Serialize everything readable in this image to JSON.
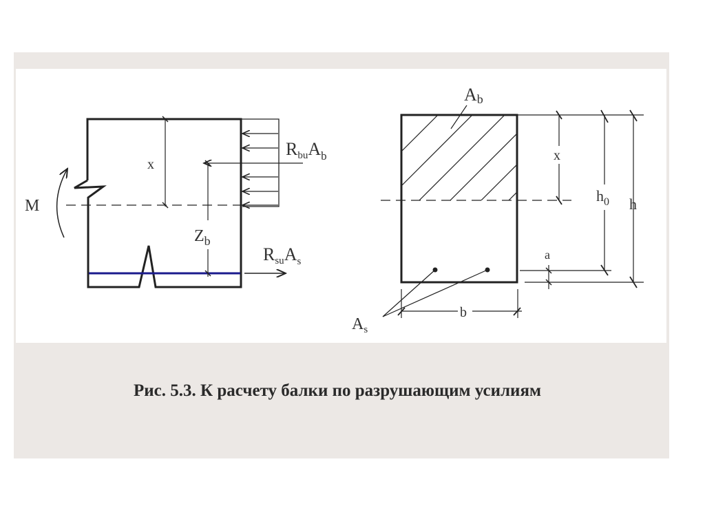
{
  "caption": "Рис. 5.3. К расчету балки по разрушающим усилиям",
  "left_figure": {
    "moment_label": "M",
    "x_label": "x",
    "zb_main": "Z",
    "zb_sub": "b",
    "compression_main": "R",
    "compression_sub1": "bu",
    "compression_main2": "A",
    "compression_sub2": "b",
    "tension_main": "R",
    "tension_sub1": "su",
    "tension_main2": "A",
    "tension_sub2": "s"
  },
  "right_figure": {
    "ab_main": "A",
    "ab_sub": "b",
    "as_main": "A",
    "as_sub": "s",
    "x_label": "x",
    "h0_main": "h",
    "h0_sub": "0",
    "h_label": "h",
    "a_label": "a",
    "b_label": "b"
  },
  "colors": {
    "reinforcement": "#1a1a8c",
    "panel": "#ece8e5"
  }
}
